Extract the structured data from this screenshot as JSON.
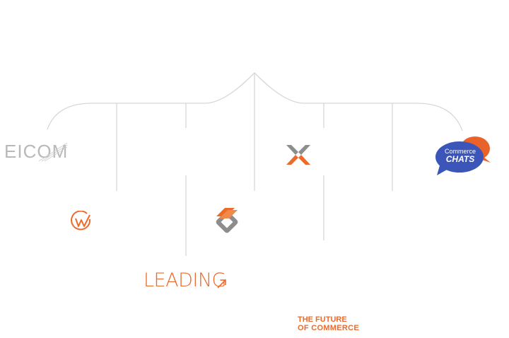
{
  "logos": {
    "eicom": {
      "text": "EICOM"
    },
    "leading": {
      "text": "LEADING"
    },
    "future": {
      "line1": "THE FUTURE",
      "line2": "OF COMMERCE"
    },
    "commerce_chats": {
      "line1": "Commerce",
      "line2": "CHATS"
    }
  },
  "colors": {
    "line": "#d7d7d7",
    "orange": "#ec6b2c",
    "grey_text": "#b9b9b9",
    "chat_blue": "#3b56b8",
    "chat_orange": "#e8622a"
  }
}
